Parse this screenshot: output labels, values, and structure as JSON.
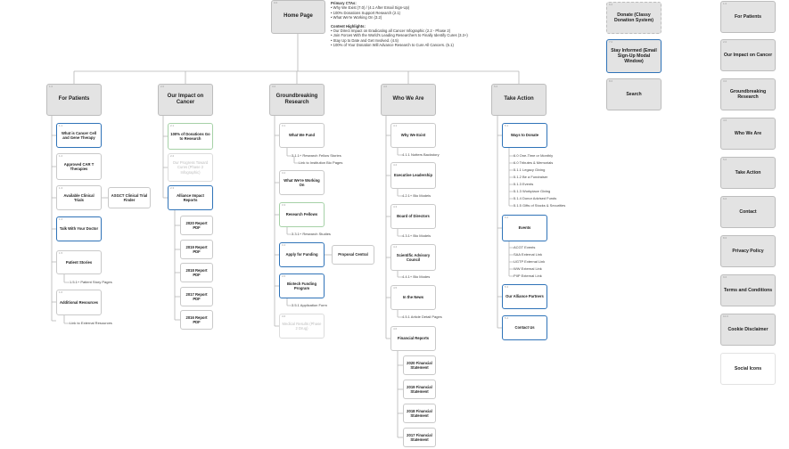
{
  "home": {
    "label": "Home Page",
    "num": "0.0"
  },
  "notes": {
    "primary_title": "Primary CTAs:",
    "primary": [
      "• Why We Exist (7.0) / (4.1 After Email Sign-Up)",
      "• 100% Donations Support Research (2.1)",
      "• What We're Working On (3.2)"
    ],
    "content_title": "Content Highlights:",
    "content": [
      "• Our Direct Impact on Eradicating all Cancer Infographic (2.2 - Phase 2)",
      "• Join Forces With the World's Leading Researchers to Finally Identify Cures (3.3+)",
      "• Stay Up to Date and Get Involved. (4.5)",
      "• 100% of Your Donation Will Advance Research to Cure All Cancers. (5.1)"
    ]
  },
  "sections": [
    {
      "num": "1.0",
      "label": "For Patients"
    },
    {
      "num": "2.0",
      "label": "Our Impact on Cancer"
    },
    {
      "num": "3.0",
      "label": "Groundbreaking Research"
    },
    {
      "num": "4.0",
      "label": "Who We Are"
    },
    {
      "num": "5.0",
      "label": "Take Action"
    }
  ],
  "col1": [
    {
      "num": "1.1",
      "label": "What is Cancer Cell and Gene Therapy"
    },
    {
      "num": "1.2",
      "label": "Approved CAR T Therapies"
    },
    {
      "num": "1.3",
      "label": "Available Clinical Trials"
    },
    {
      "num": "1.4",
      "label": "Talk With Your Doctor"
    },
    {
      "num": "1.5",
      "label": "Patient Stories"
    },
    {
      "num": "1.6",
      "label": "Additional Resources"
    }
  ],
  "col1_extra": {
    "asgct": "ASGCT Clinical Trial Finder",
    "stories": "1.5.1+ Patient Story Pages",
    "links": "Link to External Resources"
  },
  "col2": [
    {
      "num": "2.1",
      "label": "100% of Donations Go to Research"
    },
    {
      "num": "2.2",
      "label": "Our Progress Toward Cures (Phase 2 Infographic)"
    },
    {
      "num": "2.3",
      "label": "Alliance Impact Reports"
    }
  ],
  "reports": [
    "2020 Report PDF",
    "2019 Report PDF",
    "2018 Report PDF",
    "2017 Report PDF",
    "2016 Report PDF"
  ],
  "col3": [
    {
      "num": "3.1",
      "label": "What We Fund"
    },
    {
      "num": "3.2",
      "label": "What We're Working On"
    },
    {
      "num": "3.3",
      "label": "Research Fellows"
    },
    {
      "num": "3.4",
      "label": "Apply for Funding"
    },
    {
      "num": "3.5",
      "label": "Biotech Funding Program"
    },
    {
      "num": "3.6",
      "label": "Medical Results (Phase 2 Drug)"
    }
  ],
  "col3_extra": {
    "stories": "3.1.1+ Research Fellow Stories",
    "bio": "Link to Institution Bio Pages",
    "studies": "3.3.1+ Research Studies",
    "portal": "Proposal Central",
    "form": "3.5.1 Application Form"
  },
  "col4": [
    {
      "num": "4.1",
      "label": "Why We Exist"
    },
    {
      "num": "4.2",
      "label": "Executive Leadership"
    },
    {
      "num": "4.3",
      "label": "Board of Directors"
    },
    {
      "num": "4.4",
      "label": "Scientific Advisory Council"
    },
    {
      "num": "4.5",
      "label": "In the News"
    },
    {
      "num": "4.6",
      "label": "Financial Reports"
    }
  ],
  "col4_extra": {
    "founders": "4.1.1 Notters Backstory",
    "bio2": "4.2.1+ Bio Models",
    "bio3": "4.3.1+ Bio Models",
    "bio4": "4.4.1+ Bio Modes",
    "articles": "4.5.1 Article Detail Pages"
  },
  "statements": [
    "2020 Financial Statement",
    "2019 Financial Statement",
    "2018 Financial Statement",
    "2017 Financial Statement"
  ],
  "col5": [
    {
      "num": "5.1",
      "label": "Ways to Donate"
    },
    {
      "num": "5.2",
      "label": "Events"
    },
    {
      "num": "5.3",
      "label": "Our Alliance Partners"
    },
    {
      "num": "5.4",
      "label": "Contact Us"
    }
  ],
  "donate_items": [
    "6.0 One-Time or Monthly",
    "6.0 Tributes & Memorials",
    "5.1.1 Legacy Giving",
    "5.1.2 Be a Fundraiser",
    "5.1.3 Events",
    "5.1.3 Workplace Giving",
    "5.1.4 Donor Advised Funds",
    "5.1.5 Gifts of Stocks & Securities"
  ],
  "event_items": [
    "ACGT Events",
    "SAA External Link",
    "UGTP External Link",
    "WW External Link",
    "PIIP External Link"
  ],
  "utility": [
    {
      "num": "6.0",
      "label": "Donate (Classy Donation System)"
    },
    {
      "num": "7.0",
      "label": "Stay Informed (Email Sign-Up Modal Window)"
    },
    {
      "num": "8.0",
      "label": "Search"
    }
  ],
  "footer": [
    {
      "num": "1.0",
      "label": "For Patients"
    },
    {
      "num": "2.0",
      "label": "Our Impact on Cancer"
    },
    {
      "num": "3.0",
      "label": "Groundbreaking Research"
    },
    {
      "num": "4.0",
      "label": "Who We Are"
    },
    {
      "num": "5.0",
      "label": "Take Action"
    },
    {
      "num": "6.0",
      "label": "Contact"
    },
    {
      "num": "8.0",
      "label": "Privacy Policy"
    },
    {
      "num": "9.0",
      "label": "Terms and Conditions"
    },
    {
      "num": "10.0",
      "label": "Cookie Disclaimer"
    },
    {
      "num": "",
      "label": "Social Icons"
    }
  ]
}
